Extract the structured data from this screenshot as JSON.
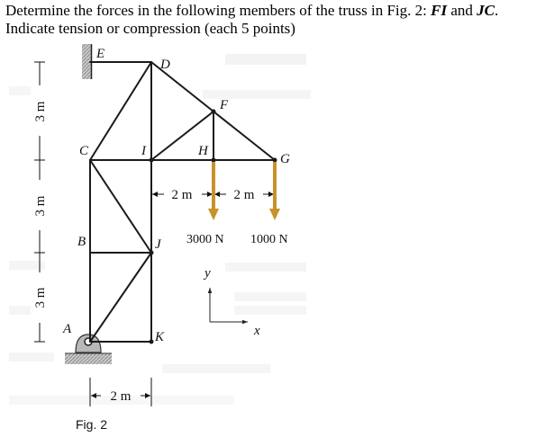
{
  "question": {
    "line1_prefix": "Determine the forces in the following members of the truss in Fig. 2: ",
    "member1": "FI",
    "and_text": " and ",
    "member2": "JC",
    "line1_suffix": ".",
    "line2": "Indicate tension or compression (each 5 points)"
  },
  "figure": {
    "caption": "Fig. 2",
    "nodes": {
      "E": "E",
      "D": "D",
      "F": "F",
      "C": "C",
      "I": "I",
      "H": "H",
      "G": "G",
      "B": "B",
      "J": "J",
      "A": "A",
      "K": "K"
    },
    "dims": {
      "vertical_top": "3 m",
      "vertical_mid": "3 m",
      "vertical_bottom": "3 m",
      "span1": "2 m",
      "span2": "2 m",
      "base": "2 m"
    },
    "loads": {
      "left": "3000 N",
      "right": "1000 N"
    },
    "axes": {
      "y": "y",
      "x": "x"
    },
    "colors": {
      "load_arrow": "#c8922a",
      "members": "#1a1a1a",
      "support": "#9a9a9a"
    }
  }
}
